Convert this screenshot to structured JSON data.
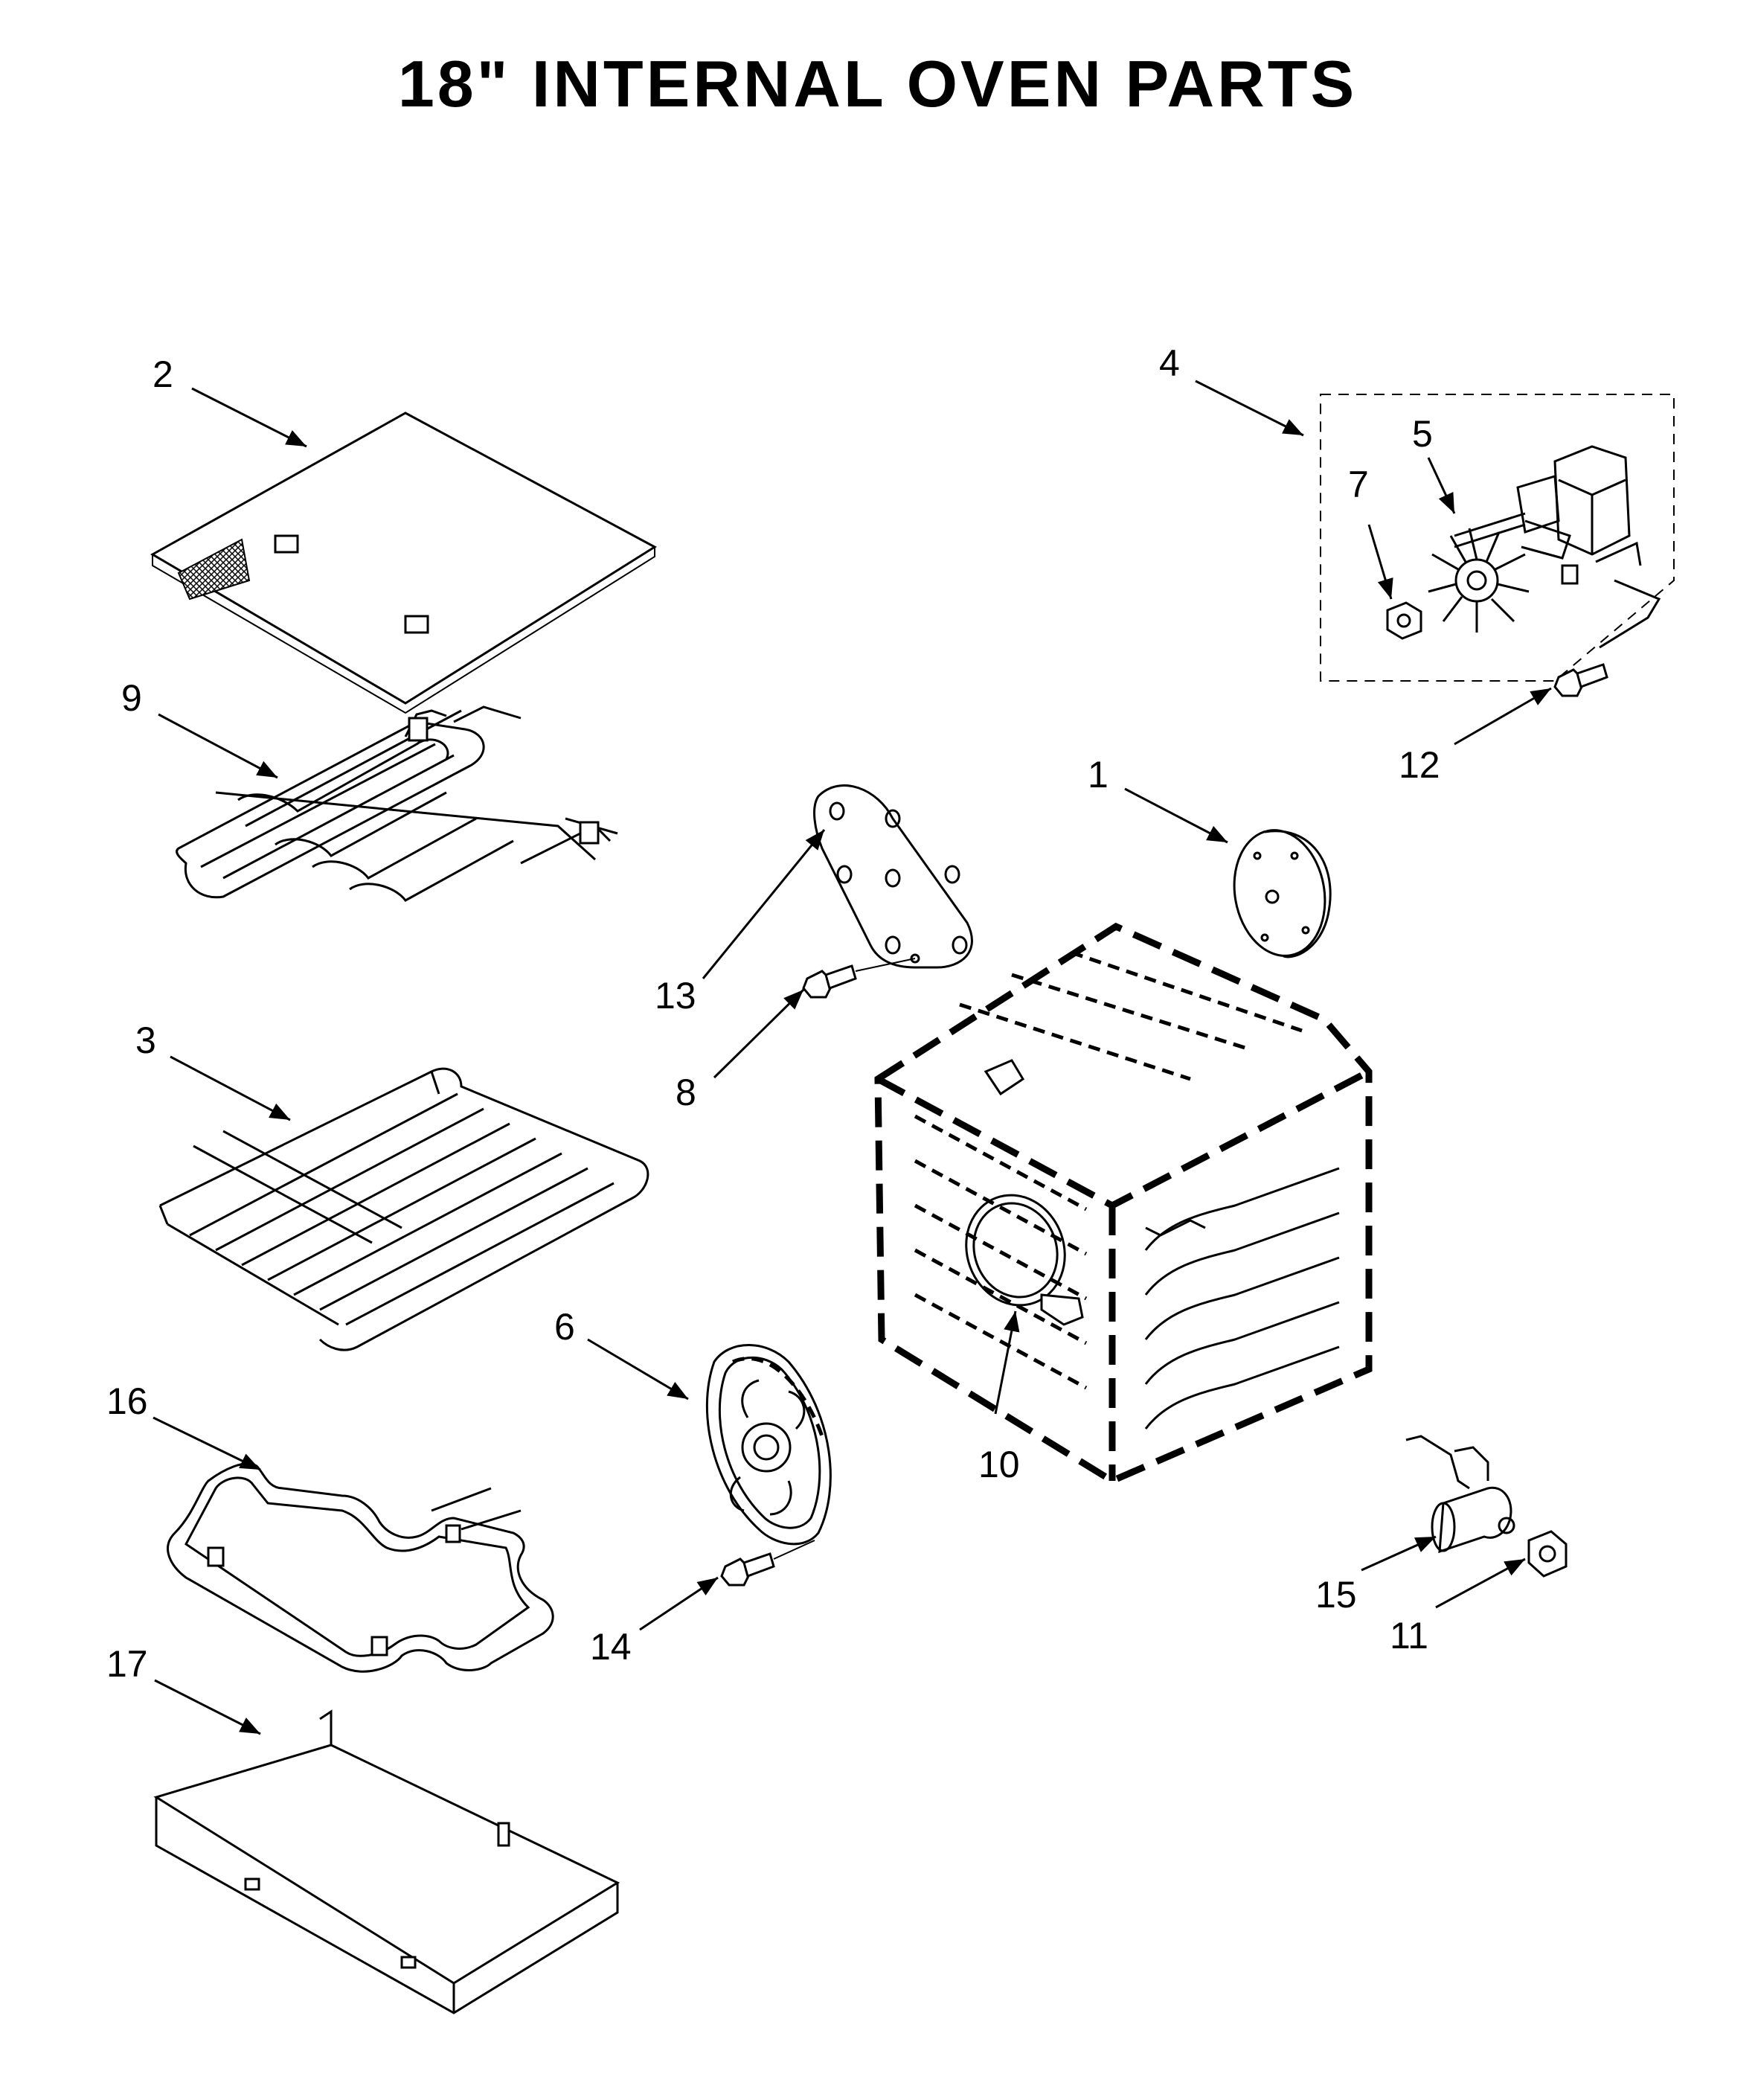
{
  "title": "18\" INTERNAL OVEN PARTS",
  "callouts": {
    "c1": "1",
    "c2": "2",
    "c3": "3",
    "c4": "4",
    "c5": "5",
    "c6": "6",
    "c7": "7",
    "c8": "8",
    "c9": "9",
    "c10": "10",
    "c11": "11",
    "c12": "12",
    "c13": "13",
    "c14": "14",
    "c15": "15",
    "c16": "16",
    "c17": "17"
  }
}
